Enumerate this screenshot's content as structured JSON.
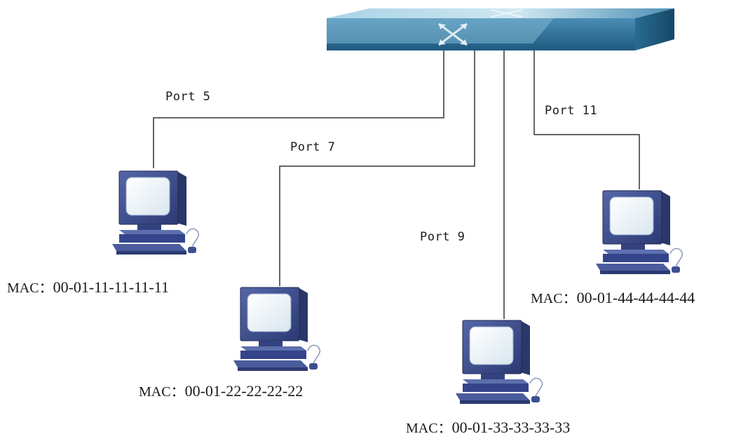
{
  "switch": {
    "icon": "network-switch-icon"
  },
  "hosts": [
    {
      "id": "host-1",
      "port_label": "Port 5",
      "mac_prefix": "MAC：",
      "mac_value": "00-01-11-11-11-11",
      "icon": "computer-icon"
    },
    {
      "id": "host-2",
      "port_label": "Port 7",
      "mac_prefix": "MAC：",
      "mac_value": "00-01-22-22-22-22",
      "icon": "computer-icon"
    },
    {
      "id": "host-3",
      "port_label": "Port 9",
      "mac_prefix": "MAC：",
      "mac_value": "00-01-33-33-33-33",
      "icon": "computer-icon"
    },
    {
      "id": "host-4",
      "port_label": "Port 11",
      "mac_prefix": "MAC：",
      "mac_value": "00-01-44-44-44-44",
      "icon": "computer-icon"
    }
  ],
  "colors": {
    "switch_top": "#8fc3d9",
    "switch_front": "#2f6f97",
    "monitor_body": "#3d4f8f",
    "monitor_screen": "#e9f1f7",
    "cable": "#333333"
  }
}
